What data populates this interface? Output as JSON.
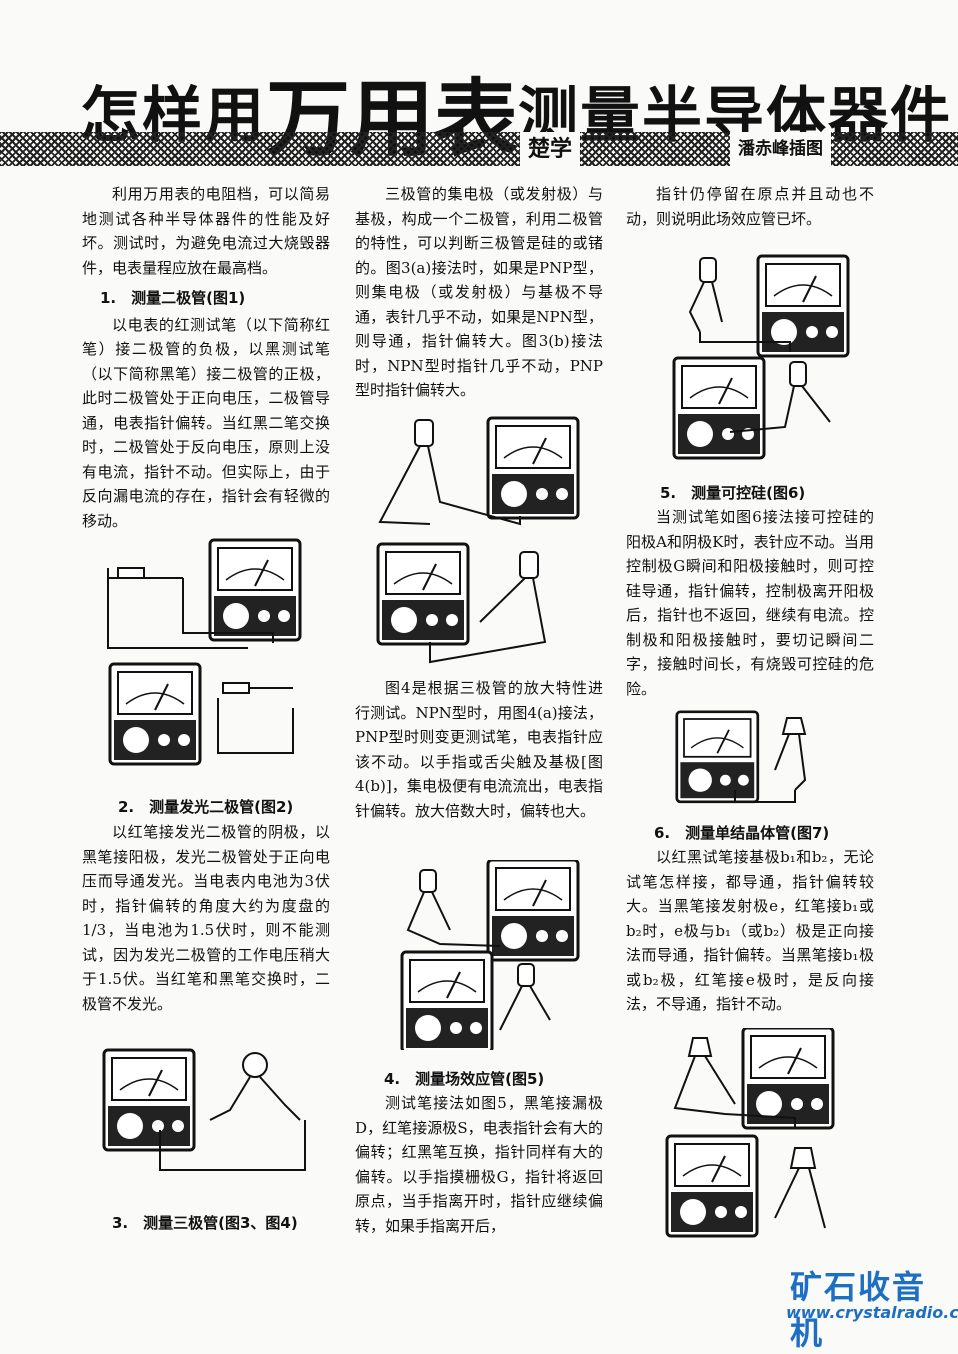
{
  "header": {
    "title_prefix": "怎样用",
    "title_big": "万用表",
    "title_suffix": "测量半导体器件",
    "author": "楚学",
    "illustrator": "潘赤峰插图"
  },
  "column1": {
    "intro": "利用万用表的电阻档，可以简易地测试各种半导体器件的性能及好坏。测试时，为避免电流过大烧毁器件，电表量程应放在最高档。",
    "s1_heading": "1.　测量二极管(图1)",
    "s1_text": "以电表的红测试笔（以下简称红笔）接二极管的负极，以黑测试笔（以下简称黑笔）接二极管的正极，此时二极管处于正向电压，二极管导通，电表指针偏转。当红黑二笔交换时，二极管处于反向电压，原则上没有电流，指针不动。但实际上，由于反向漏电流的存在，指针会有轻微的移动。",
    "s2_heading": "2.　测量发光二极管(图2)",
    "s2_text": "以红笔接发光二极管的阴极，以黑笔接阳极，发光二极管处于正向电压而导通发光。当电表内电池为3伏时，指针偏转的角度大约为度盘的1/3，当电池为1.5伏时，则不能测试，因为发光二极管的工作电压稍大于1.5伏。当红笔和黑笔交换时，二极管不发光。",
    "s3_heading": "3.　测量三极管(图3、图4)"
  },
  "column2": {
    "p1": "三极管的集电极（或发射极）与基极，构成一个二极管，利用二极管的特性，可以判断三极管是硅的或锗的。图3(a)接法时，如果是PNP型，则集电极（或发射极）与基极不导通，表针几乎不动，如果是NPN型，则导通，指针偏转大。图3(b)接法时，NPN型时指针几乎不动，PNP型时指针偏转大。",
    "p2": "图4是根据三极管的放大特性进行测试。NPN型时，用图4(a)接法，PNP型时则变更测试笔，电表指针应该不动。以手指或舌尖触及基极[图4(b)]，集电极便有电流流出，电表指针偏转。放大倍数大时，偏转也大。",
    "s4_heading": "4.　测量场效应管(图5)",
    "s4_text": "测试笔接法如图5，黑笔接漏极D，红笔接源极S，电表指针会有大的偏转；红黑笔互换，指针同样有大的偏转。以手指摸栅极G，指针将返回原点，当手指离开时，指针应继续偏转，如果手指离开后，"
  },
  "column3": {
    "p1": "指针仍停留在原点并且动也不动，则说明此场效应管已坏。",
    "s5_heading": "5.　测量可控硅(图6)",
    "s5_text": "当测试笔如图6接法接可控硅的阳极A和阴极K时，表针应不动。当用控制极G瞬间和阳极接触时，则可控硅导通，指针偏转，控制极离开阳极后，指针也不返回，继续有电流。控制极和阳极接触时，要切记瞬间二字，接触时间长，有烧毁可控硅的危险。",
    "s6_heading": "6.　测量单结晶体管(图7)",
    "s6_text": "以红黑试笔接基极b₁和b₂，无论试笔怎样接，都导通，指针偏转较大。当黑笔接发射极e，红笔接b₁或b₂时，e极与b₁（或b₂）极是正向接法而导通，指针偏转。当黑笔接b₁极或b₂极，红笔接e极时，是反向接法，不导通，指针不动。"
  },
  "footer": {
    "logo": "矿石收音机",
    "url": "www.crystalradio.cn"
  }
}
